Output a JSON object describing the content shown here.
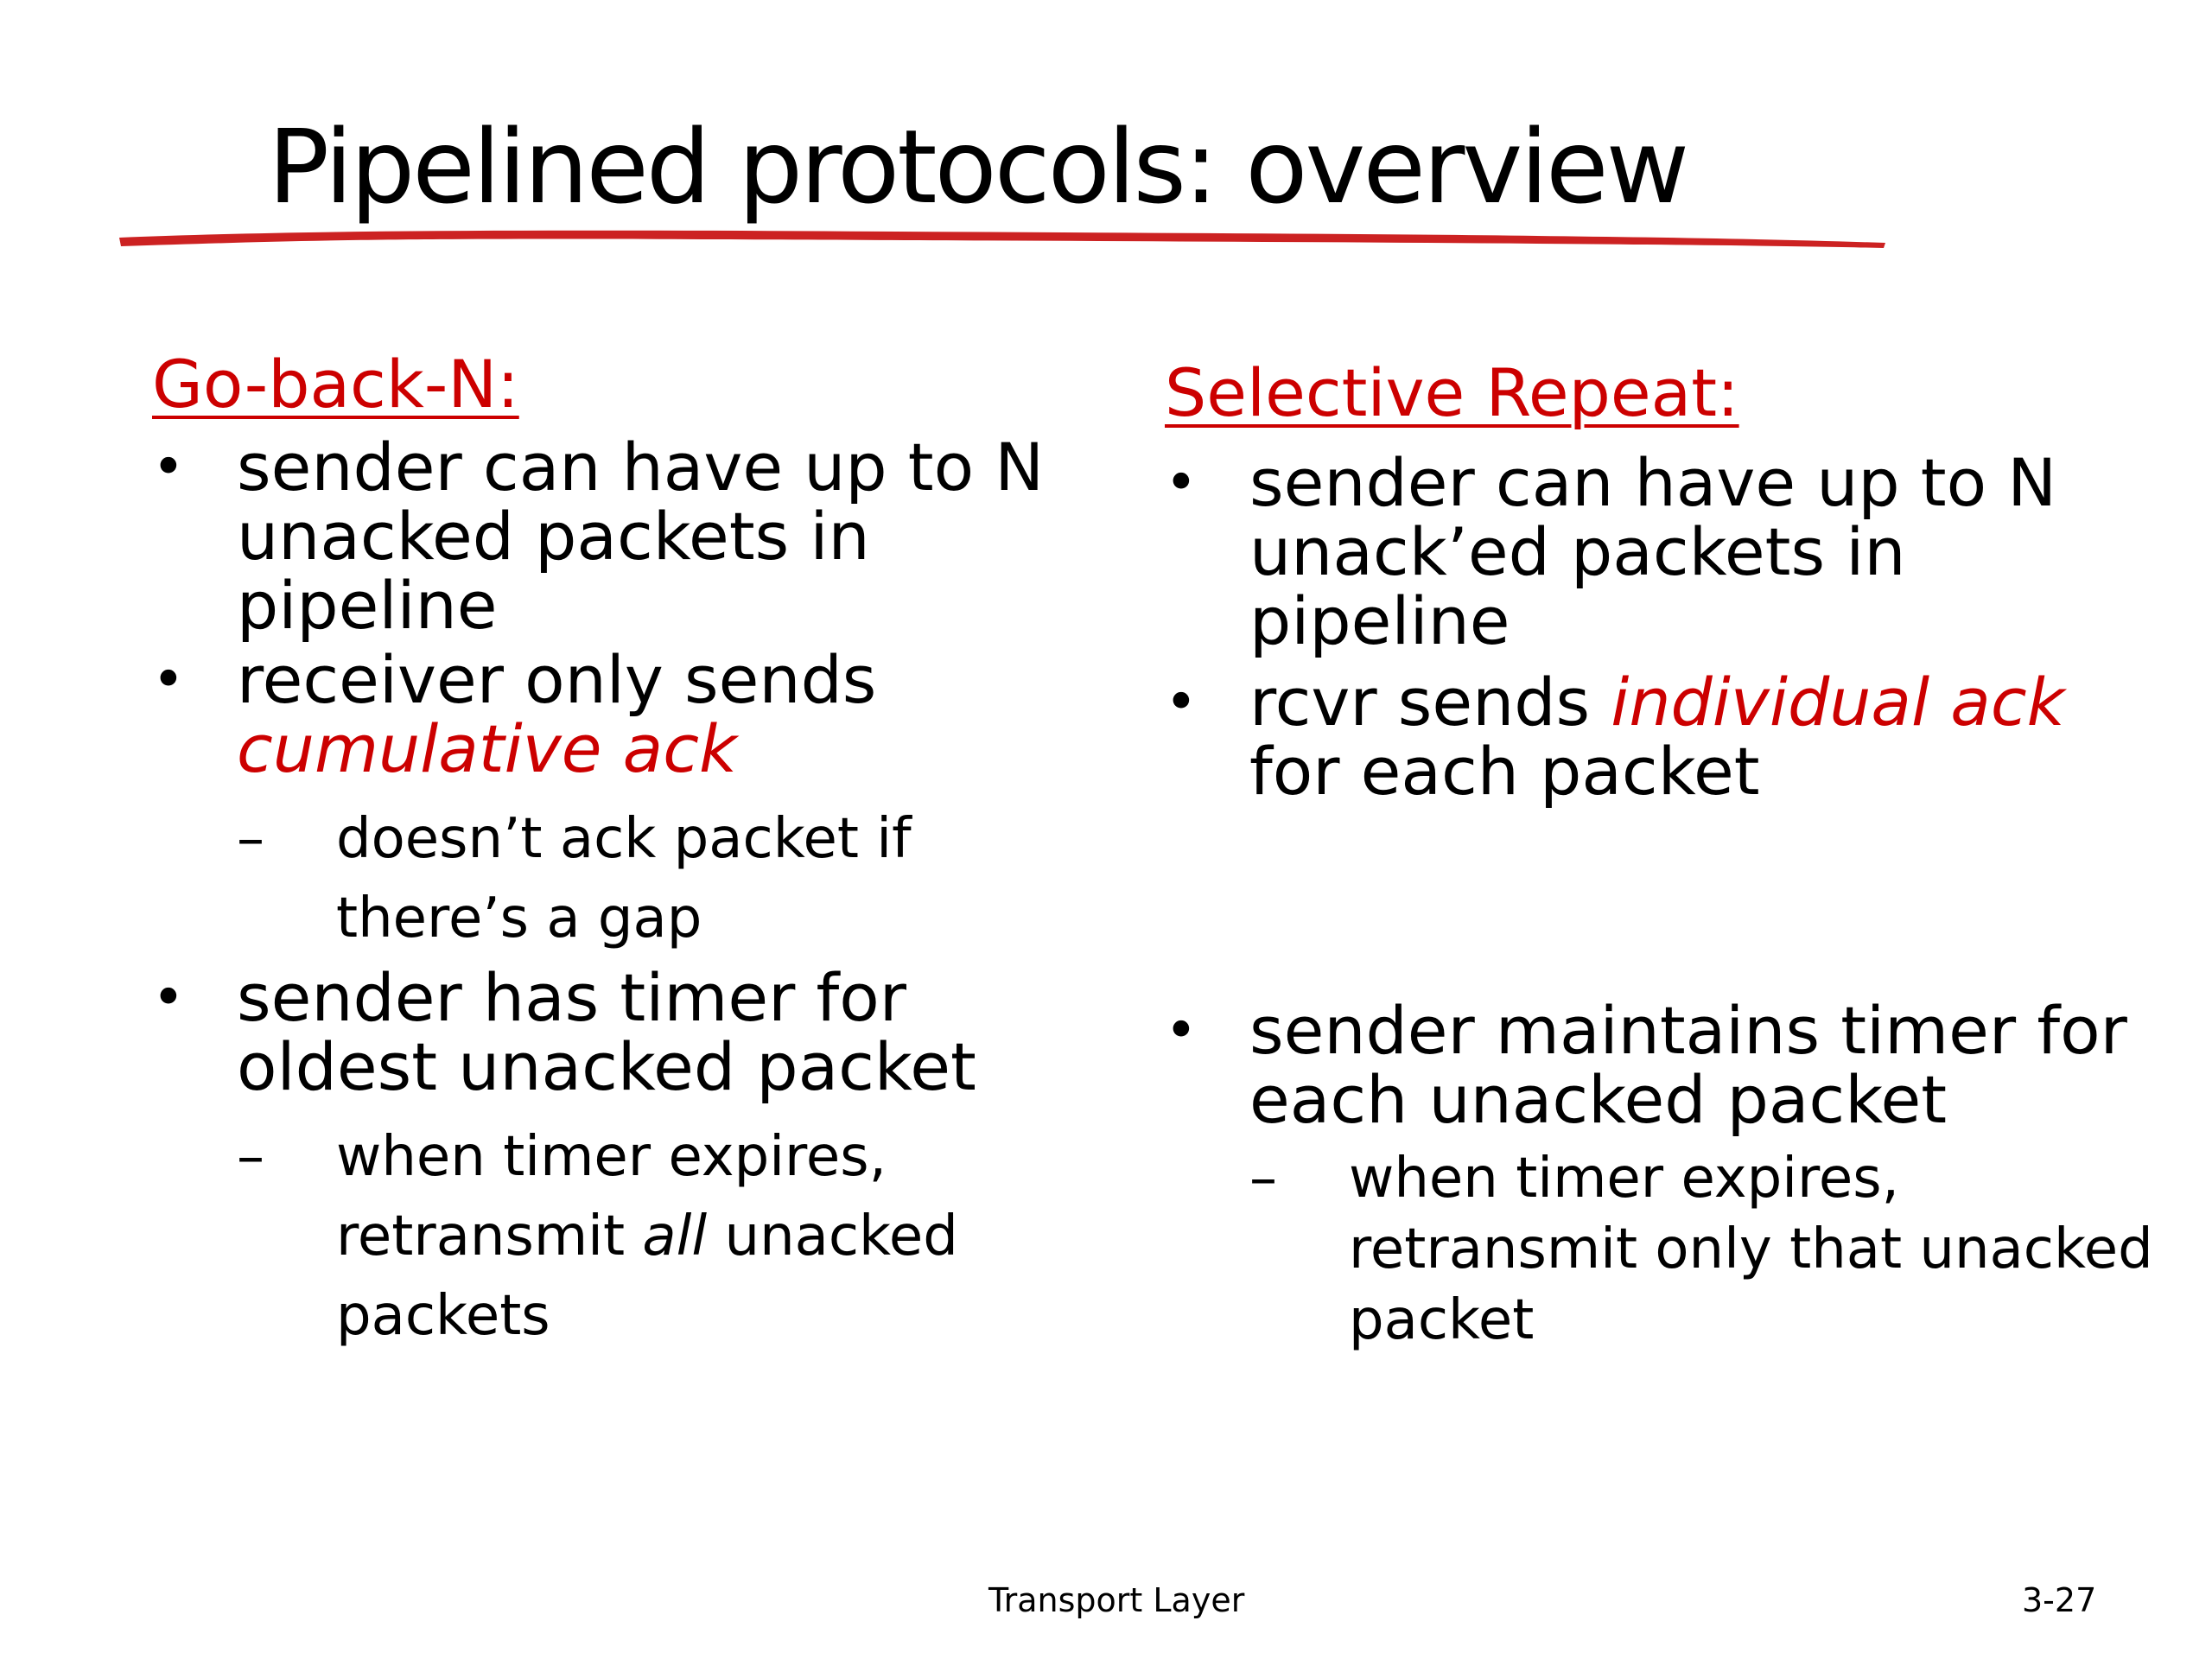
{
  "slide": {
    "title": "Pipelined protocols: overview",
    "accent_color": "#cc0000",
    "underline_color": "#cc2222",
    "left": {
      "heading": "Go-back-N:",
      "bullets": [
        {
          "text": "sender can have up to N unacked packets in pipeline"
        },
        {
          "text": "receiver only sends",
          "highlight": "cumulative ack",
          "subs": [
            {
              "text": "doesn’t ack packet if there’s a gap"
            }
          ]
        },
        {
          "text": "sender has timer for oldest unacked packet",
          "subs": [
            {
              "pre": "when timer expires, retransmit ",
              "em": "all",
              "post": " unacked packets"
            }
          ]
        }
      ]
    },
    "right": {
      "heading": "Selective Repeat:",
      "bullets": [
        {
          "text": "sender can have up to N unack’ed packets in pipeline"
        },
        {
          "pre": "rcvr sends ",
          "highlight": "individual ack",
          "post": " for each packet"
        },
        {
          "text": "sender maintains timer for each unacked packet",
          "subs": [
            {
              "text": "when timer expires, retransmit only that unacked packet"
            }
          ]
        }
      ]
    },
    "bullet_glyph": "•",
    "dash_glyph": "–",
    "footer": {
      "center": "Transport Layer",
      "page": "3-27"
    }
  }
}
